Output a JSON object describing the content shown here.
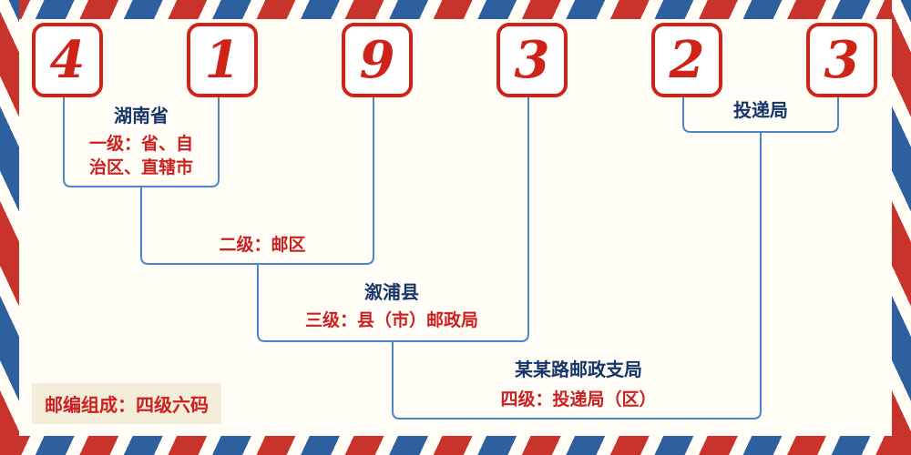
{
  "postal_code": {
    "digits": [
      "4",
      "1",
      "9",
      "3",
      "2",
      "3"
    ]
  },
  "labels": {
    "level1_region": "湖南省",
    "level1_line1": "一级：省、自",
    "level1_line2": "治区、直辖市",
    "level2": "二级：邮区",
    "level3_region": "溆浦县",
    "level3": "三级：县（市）邮政局",
    "level4_region": "某某路邮政支局",
    "level4": "四级：投递局（区）",
    "delivery": "投递局",
    "footer": "邮编组成：四级六码"
  },
  "colors": {
    "digit_red": "#d02318",
    "line_blue": "#4a86c8",
    "navy_text": "#16356b",
    "red_text": "#cc2020",
    "stripe_red": "#c8342b",
    "stripe_blue": "#2e5f9e",
    "badge_background": "#f3edd9",
    "page_background": "#fffdf6"
  }
}
